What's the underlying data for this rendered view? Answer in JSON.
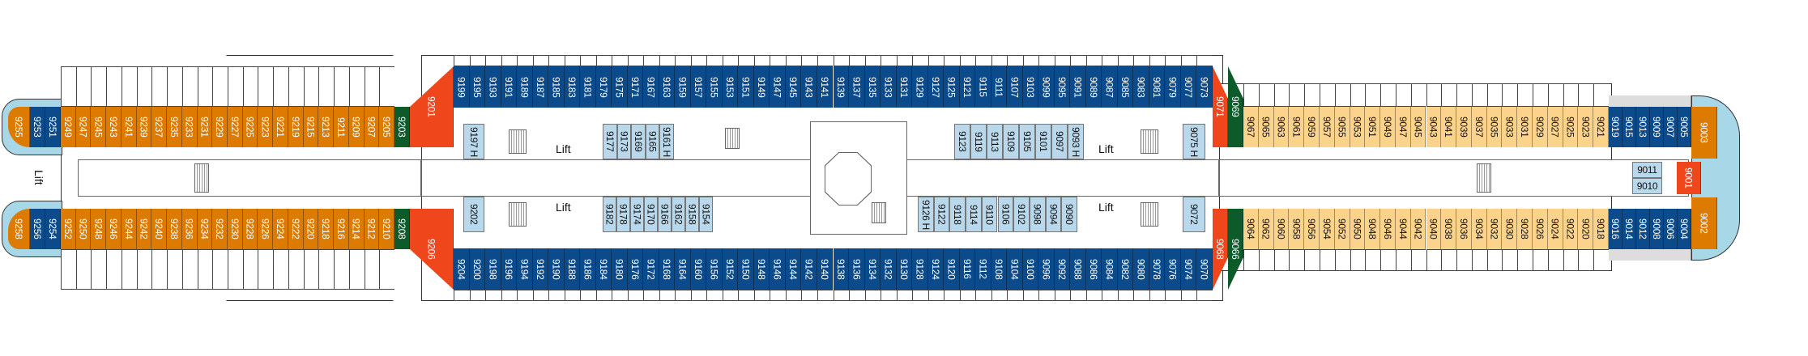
{
  "deck": {
    "lift_label": "Lift",
    "accessible_marker": "H",
    "colors": {
      "blue": "#0b4a8b",
      "orange": "#dc7b00",
      "lorange": "#fcd38b",
      "green": "#0d5a2b",
      "red": "#f0461c",
      "lblue": "#b9d8ec"
    },
    "rows": {
      "aft_top_suite": {
        "cat": "orange",
        "items": [
          "9255"
        ]
      },
      "aft_top_blue": {
        "cat": "blue",
        "items": [
          "9253",
          "9251"
        ]
      },
      "aft_top": {
        "cat": "orange",
        "items": [
          "9249",
          "9247",
          "9245",
          "9243",
          "9241",
          "9239",
          "9237",
          "9235",
          "9233",
          "9231",
          "9229",
          "9227",
          "9225",
          "9223",
          "9221",
          "9219",
          "9215",
          "9213",
          "9211",
          "9209",
          "9207",
          "9205"
        ]
      },
      "aft_top_green": {
        "cat": "green",
        "items": [
          "9203"
        ]
      },
      "aft_top_red": {
        "cat": "red",
        "items": [
          "9201"
        ]
      },
      "aft_bottom_suite": {
        "cat": "orange",
        "items": [
          "9258"
        ]
      },
      "aft_bottom_blue": {
        "cat": "blue",
        "items": [
          "9256",
          "9254"
        ]
      },
      "aft_bottom": {
        "cat": "orange",
        "items": [
          "9252",
          "9250",
          "9248",
          "9246",
          "9244",
          "9242",
          "9240",
          "9238",
          "9236",
          "9234",
          "9232",
          "9230",
          "9228",
          "9226",
          "9224",
          "9222",
          "9220",
          "9218",
          "9216",
          "9214",
          "9212",
          "9210"
        ]
      },
      "aft_bottom_green": {
        "cat": "green",
        "items": [
          "9208"
        ]
      },
      "aft_bottom_red": {
        "cat": "red",
        "items": [
          "9206"
        ]
      },
      "mid_top": {
        "cat": "blue",
        "items": [
          "9199",
          "9195",
          "9193",
          "9191",
          "9189",
          "9187",
          "9185",
          "9183",
          "9181",
          "9179",
          "9175",
          "9171",
          "9167",
          "9163",
          "9159",
          "9157",
          "9155",
          "9153",
          "9151",
          "9149",
          "9147",
          "9145",
          "9143",
          "9141",
          "9139",
          "9137",
          "9135",
          "9133",
          "9131",
          "9129",
          "9127",
          "9125",
          "9121",
          "9115",
          "9111",
          "9107",
          "9103",
          "9099",
          "9095",
          "9091",
          "9089",
          "9087",
          "9085",
          "9083",
          "9081",
          "9079",
          "9077",
          "9073"
        ]
      },
      "mid_bottom": {
        "cat": "blue",
        "items": [
          "9204",
          "9200",
          "9198",
          "9196",
          "9194",
          "9192",
          "9190",
          "9188",
          "9186",
          "9184",
          "9180",
          "9176",
          "9172",
          "9168",
          "9164",
          "9160",
          "9156",
          "9152",
          "9150",
          "9148",
          "9146",
          "9144",
          "9142",
          "9140",
          "9138",
          "9136",
          "9134",
          "9132",
          "9130",
          "9128",
          "9124",
          "9120",
          "9116",
          "9112",
          "9108",
          "9104",
          "9100",
          "9096",
          "9092",
          "9088",
          "9086",
          "9084",
          "9082",
          "9080",
          "9078",
          "9076",
          "9074",
          "9070"
        ]
      },
      "inner_top_a": {
        "cat": "lblue",
        "items": [
          "9197 H"
        ]
      },
      "inner_top_b": {
        "cat": "lblue",
        "items": [
          "9177",
          "9173",
          "9169",
          "9165",
          "9161 H"
        ]
      },
      "inner_top_c": {
        "cat": "lblue",
        "items": [
          "9123",
          "9119",
          "9113",
          "9109",
          "9105",
          "9101",
          "9097",
          "9093 H"
        ]
      },
      "inner_top_d": {
        "cat": "lblue",
        "items": [
          "9075 H"
        ]
      },
      "inner_bottom_a": {
        "cat": "lblue",
        "items": [
          "9202"
        ]
      },
      "inner_bottom_b": {
        "cat": "lblue",
        "items": [
          "9182",
          "9178",
          "9174",
          "9170",
          "9166",
          "9162",
          "9158",
          "9154"
        ]
      },
      "inner_bottom_c": {
        "cat": "lblue",
        "items": [
          "9126 H",
          "9122",
          "9118",
          "9114",
          "9110",
          "9106",
          "9102",
          "9098",
          "9094",
          "9090"
        ]
      },
      "inner_bottom_d": {
        "cat": "lblue",
        "items": [
          "9072"
        ]
      },
      "fwd_top_red": {
        "cat": "red",
        "items": [
          "9071"
        ]
      },
      "fwd_top_green": {
        "cat": "green",
        "items": [
          "9069"
        ]
      },
      "fwd_bottom_red": {
        "cat": "red",
        "items": [
          "9068"
        ]
      },
      "fwd_bottom_green": {
        "cat": "green",
        "items": [
          "9066"
        ]
      },
      "fwd_top": {
        "cat": "lorange",
        "items": [
          "9067",
          "9065",
          "9063",
          "9061",
          "9059",
          "9057",
          "9055",
          "9053",
          "9051",
          "9049",
          "9047",
          "9045",
          "9043",
          "9041",
          "9039",
          "9037",
          "9035",
          "9033",
          "9031",
          "9029",
          "9027",
          "9025",
          "9023",
          "9021"
        ]
      },
      "fwd_top_blue": {
        "cat": "blue",
        "items": [
          "9019",
          "9015",
          "9013",
          "9009",
          "9007",
          "9005"
        ]
      },
      "fwd_top_suite": {
        "cat": "orange",
        "items": [
          "9003"
        ]
      },
      "fwd_bottom": {
        "cat": "lorange",
        "items": [
          "9064",
          "9062",
          "9060",
          "9058",
          "9056",
          "9054",
          "9052",
          "9050",
          "9048",
          "9046",
          "9044",
          "9042",
          "9040",
          "9038",
          "9036",
          "9034",
          "9032",
          "9030",
          "9028",
          "9026",
          "9024",
          "9022",
          "9020",
          "9018"
        ]
      },
      "fwd_bottom_blue": {
        "cat": "blue",
        "items": [
          "9016",
          "9014",
          "9012",
          "9008",
          "9006",
          "9004"
        ]
      },
      "fwd_bottom_suite": {
        "cat": "orange",
        "items": [
          "9002"
        ]
      },
      "fwd_center_red": {
        "cat": "red",
        "items": [
          "9001"
        ]
      },
      "fwd_center_inner": {
        "cat": "lblue",
        "items": [
          "9011",
          "9010"
        ]
      }
    }
  }
}
